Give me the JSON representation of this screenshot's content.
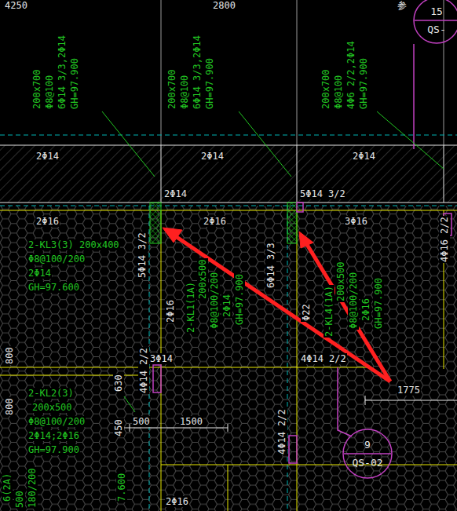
{
  "diagram": {
    "nodes": [
      {
        "text": [
          "15",
          "QS-"
        ]
      },
      {
        "text": [
          "9",
          "QS-02"
        ]
      }
    ],
    "labels": [
      "4250",
      "2800",
      "参",
      "200x700",
      "Φ8@100",
      "6Φ14 3/3,2Φ14",
      "GH=97.900",
      "200x700",
      "Φ8@100",
      "6Φ14 3/3,2Φ14",
      "GH=97.900",
      "200x700",
      "Φ8@100",
      "4Φ6 2/2,2Φ14",
      "GH=97.900",
      "2Φ14",
      "2Φ14",
      "2Φ14",
      "2Φ14",
      "5Φ14 3/2",
      "2Φ16",
      "2Φ16",
      "3Φ16",
      "2-KL3(3) 200x400",
      "Φ8@100/200",
      "2Φ14",
      "GH=97.600",
      "5Φ14 3/2",
      "2Φ16",
      "2-KL1(1A)",
      "200x500",
      "Φ8@100/200",
      "2Φ14",
      "GH=97.900",
      "6Φ14 3/3",
      "Φ22",
      "2-KL4(1A)",
      "200x500",
      "Φ8@100/200",
      "2Φ16",
      "GH=97.900",
      "4Φ16 2/2",
      "3Φ14",
      "4Φ14 2/2",
      "800",
      "800",
      "630",
      "4Φ14 2/2",
      "1775",
      "2-KL2(3)",
      "200x500",
      "Φ8@100/200",
      "2Φ14;2Φ16",
      "GH=97.900",
      "450",
      "500",
      "1500",
      "4Φ14 2/2",
      "2Φ16",
      "6(2A)",
      "500",
      "180/200",
      "7.600"
    ]
  }
}
